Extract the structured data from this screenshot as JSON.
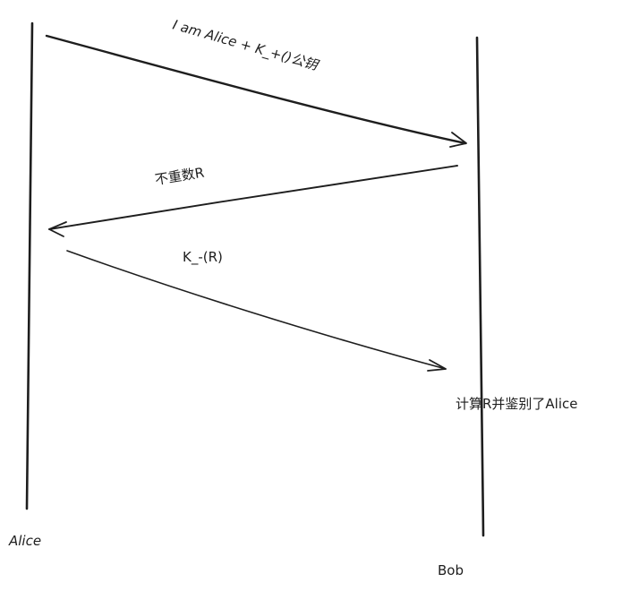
{
  "participants": {
    "left": "Alice",
    "right": "Bob"
  },
  "messages": [
    {
      "label": "I am Alice + K_+()公钥"
    },
    {
      "label": "不重数R"
    },
    {
      "label": "K_-(R)"
    }
  ],
  "note": "计算R并鉴别了Alice"
}
